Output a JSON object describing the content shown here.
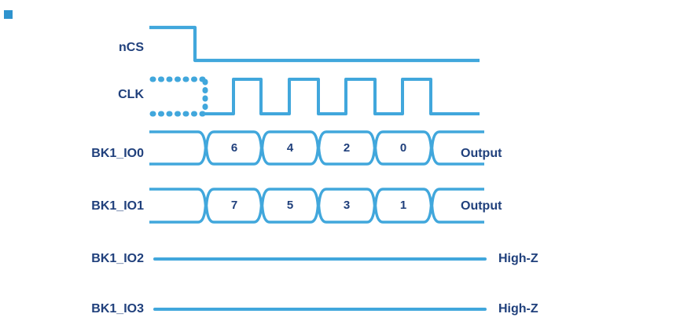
{
  "palette": {
    "wave_blue": "#41a7dc",
    "text_navy": "#20407c",
    "marker_blue": "#2e93ce",
    "background": "#ffffff"
  },
  "signals": [
    {
      "id": "ncs",
      "label": "nCS",
      "type": "single-bit-wave"
    },
    {
      "id": "clk",
      "label": "CLK",
      "type": "clock-wave"
    },
    {
      "id": "io0",
      "label": "BK1_IO0",
      "type": "bus",
      "values": [
        "6",
        "4",
        "2",
        "0"
      ],
      "state": "Output"
    },
    {
      "id": "io1",
      "label": "BK1_IO1",
      "type": "bus",
      "values": [
        "7",
        "5",
        "3",
        "1"
      ],
      "state": "Output"
    },
    {
      "id": "io2",
      "label": "BK1_IO2",
      "type": "line",
      "state": "High-Z"
    },
    {
      "id": "io3",
      "label": "BK1_IO3",
      "type": "line",
      "state": "High-Z"
    }
  ]
}
